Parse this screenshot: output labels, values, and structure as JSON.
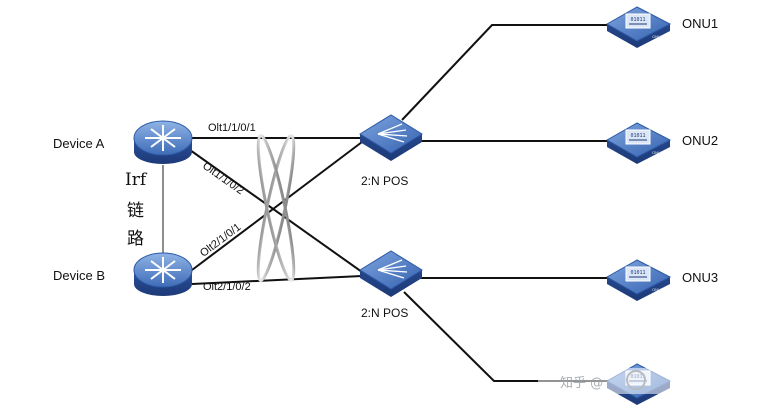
{
  "devices": {
    "device_a": "Device  A",
    "device_b": "Device  B"
  },
  "irf_link": {
    "line1": "Irf",
    "line2": "链",
    "line3": "路"
  },
  "ports": {
    "olt_a1": "Olt1/1/0/1",
    "olt_a2": "Olt1/1/0/2",
    "olt_b1": "Olt2/1/0/1",
    "olt_b2": "Olt2/1/0/2"
  },
  "splitters": {
    "pos_top": "2:N POS",
    "pos_bottom": "2:N POS"
  },
  "onus": {
    "onu1": "ONU1",
    "onu2": "ONU2",
    "onu3": "ONU3",
    "onu_chip_text": "01011",
    "onu_body_text": "ONU"
  },
  "watermark": "知乎 @"
}
